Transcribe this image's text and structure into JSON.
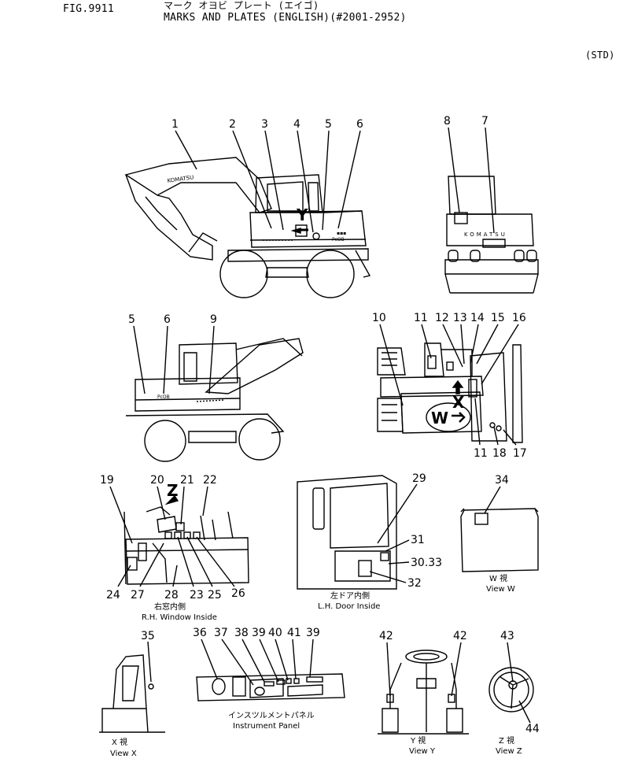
{
  "header": {
    "fig": "FIG.9911",
    "jp_title": "マーク オヨビ プレート (エイゴ)",
    "title": "MARKS AND PLATES (ENGLISH)(#2001-2952)",
    "spec": "(STD)"
  },
  "brand": "KOMATSU",
  "view_letters": {
    "y": "Y",
    "x": "X",
    "w": "W",
    "z": "Z"
  },
  "captions": {
    "rh_window_jp": "右窓内側",
    "rh_window": "R.H. Window Inside",
    "lh_door_jp": "左ドア内側",
    "lh_door": "L.H. Door Inside",
    "view_w_jp": "W 視",
    "view_w": "View W",
    "view_x_jp": "X 視",
    "view_x": "View X",
    "panel_jp": "インスツルメントパネル",
    "panel": "Instrument Panel",
    "view_y_jp": "Y 視",
    "view_y": "View Y",
    "view_z_jp": "Z 視",
    "view_z": "View Z"
  },
  "callouts": {
    "c1": "1",
    "c2": "2",
    "c3": "3",
    "c4": "4",
    "c5": "5",
    "c6": "6",
    "c7": "7",
    "c8": "8",
    "d5": "5",
    "d6": "6",
    "c9": "9",
    "c10": "10",
    "c11a": "11",
    "c12": "12",
    "c13": "13",
    "c14": "14",
    "c15": "15",
    "c16": "16",
    "c11b": "11",
    "c18": "18",
    "c17": "17",
    "c19": "19",
    "c20": "20",
    "c21": "21",
    "c22": "22",
    "c24": "24",
    "c27": "27",
    "c28": "28",
    "c23": "23",
    "c25": "25",
    "c26": "26",
    "c29": "29",
    "c31": "31",
    "c3033": "30.33",
    "c32": "32",
    "c34": "34",
    "c35": "35",
    "c36": "36",
    "c37": "37",
    "c38": "38",
    "c39a": "39",
    "c40": "40",
    "c41": "41",
    "c39b": "39",
    "c42a": "42",
    "c42b": "42",
    "c43": "43",
    "c44": "44"
  }
}
